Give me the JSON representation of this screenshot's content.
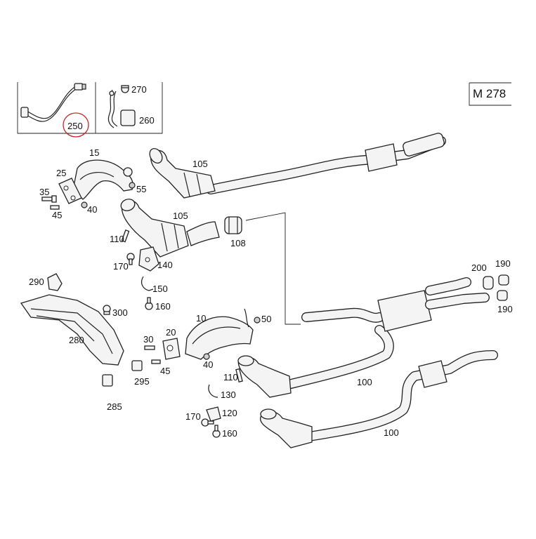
{
  "model_box": {
    "label": "M 278"
  },
  "highlight": {
    "color": "#cc2222",
    "target": "250"
  },
  "labels": {
    "p250": "250",
    "p270": "270",
    "p260": "260",
    "p15": "15",
    "p25": "25",
    "p35": "35",
    "p45": "45",
    "p40a": "40",
    "p55": "55",
    "p105a": "105",
    "p105b": "105",
    "p108": "108",
    "p110a": "110",
    "p170a": "170",
    "p140": "140",
    "p150": "150",
    "p160a": "160",
    "p290": "290",
    "p300": "300",
    "p280": "280",
    "p285": "285",
    "p295": "295",
    "p30": "30",
    "p20": "20",
    "p45b": "45",
    "p10": "10",
    "p50": "50",
    "p40b": "40",
    "p110b": "110",
    "p130": "130",
    "p170b": "170",
    "p120": "120",
    "p160b": "160",
    "p100a": "100",
    "p100b": "100",
    "p200": "200",
    "p190a": "190",
    "p190b": "190"
  }
}
